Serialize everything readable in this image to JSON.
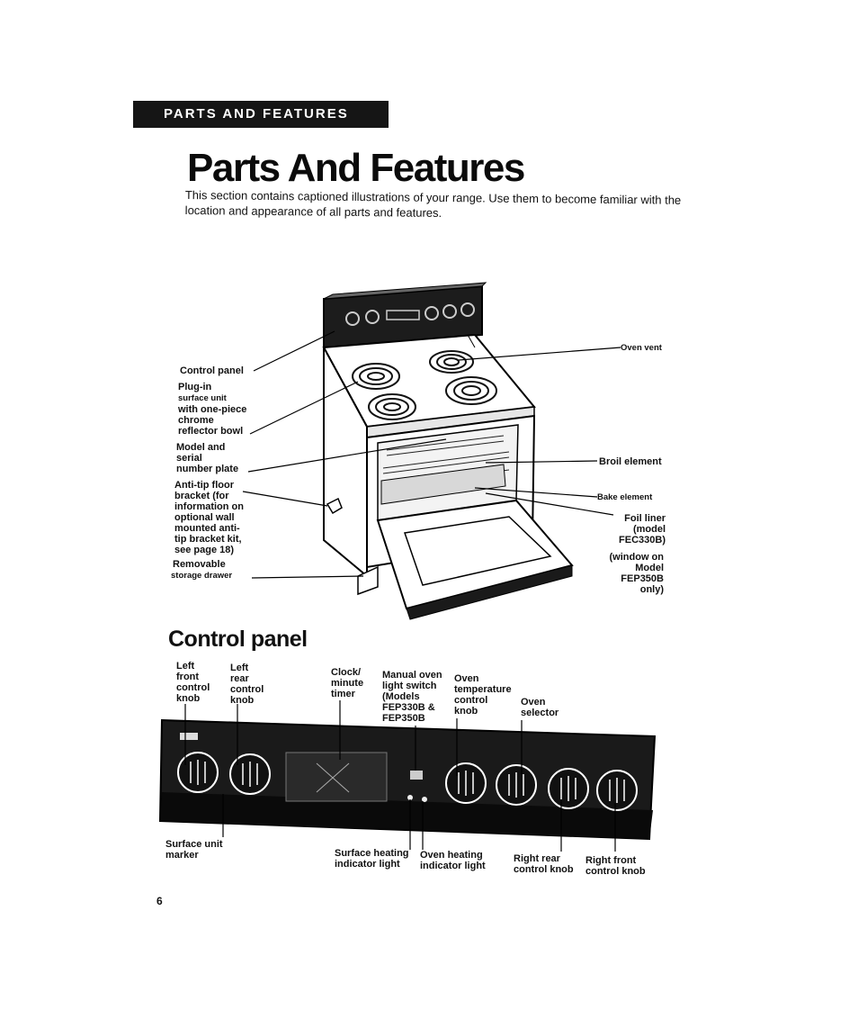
{
  "section_tab": "PARTS AND FEATURES",
  "title": "Parts And Features",
  "intro": "This section contains captioned illustrations of your range. Use them to become familiar with the location and appearance of all parts and features.",
  "range_labels": {
    "control_panel": "Control panel",
    "plugin_1": "Plug-in",
    "plugin_2": "surface unit",
    "plugin_3": "with one-piece\nchrome\nreflector bowl",
    "model_plate": "Model and\nserial\nnumber plate",
    "antitip": "Anti-tip floor\nbracket (for\ninformation on\noptional wall\nmounted anti-\ntip bracket kit,\nsee page 18)",
    "drawer_1": "Removable",
    "drawer_2": "storage drawer",
    "oven_vent": "Oven vent",
    "broil": "Broil element",
    "bake": "Bake element",
    "foil": "Foil liner\n(model\nFEC330B)",
    "window": "(window on\nModel\nFEP350B\nonly)"
  },
  "control_panel_title": "Control panel",
  "panel_labels": {
    "left_front": "Left\nfront\ncontrol\nknob",
    "left_rear": "Left\nrear\ncontrol\nknob",
    "clock": "Clock/\nminute\ntimer",
    "light_switch": "Manual oven\nlight switch\n(Models\nFEP330B &\nFEP350B",
    "oven_temp": "Oven\ntemperature\ncontrol\nknob",
    "oven_selector": "Oven\nselector",
    "surface_marker": "Surface unit\nmarker",
    "surface_light": "Surface heating\nindicator light",
    "oven_light": "Oven heating\nindicator light",
    "right_rear": "Right rear\ncontrol knob",
    "right_front": "Right front\ncontrol knob"
  },
  "page_number": "6"
}
